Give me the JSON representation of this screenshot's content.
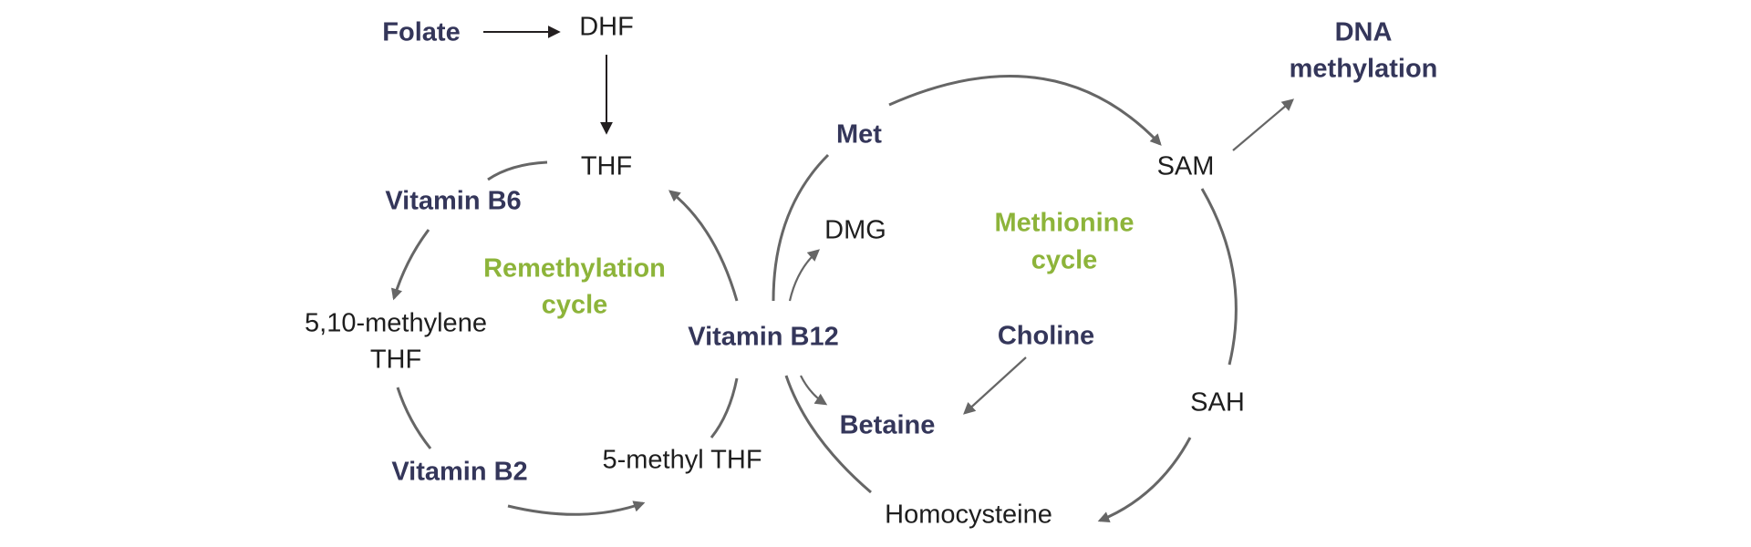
{
  "colors": {
    "nutrient": "#34365a",
    "cycle": "#8db43a",
    "text": "#1e1e1e",
    "arrow_gray": "#666666",
    "arrow_dark": "#231f20"
  },
  "nodes": {
    "folate": "Folate",
    "dhf": "DHF",
    "thf": "THF",
    "vitamin_b6": "Vitamin B6",
    "methylene_thf_line1": "5,10-methylene",
    "methylene_thf_line2": "THF",
    "vitamin_b2": "Vitamin B2",
    "methyl_thf": "5-methyl THF",
    "vitamin_b12": "Vitamin B12",
    "met": "Met",
    "dmg": "DMG",
    "sam": "SAM",
    "dna_methylation_line1": "DNA",
    "dna_methylation_line2": "methylation",
    "sah": "SAH",
    "homocysteine": "Homocysteine",
    "choline": "Choline",
    "betaine": "Betaine"
  },
  "cycles": {
    "remethylation_line1": "Remethylation",
    "remethylation_line2": "cycle",
    "methionine_line1": "Methionine",
    "methionine_line2": "cycle"
  }
}
